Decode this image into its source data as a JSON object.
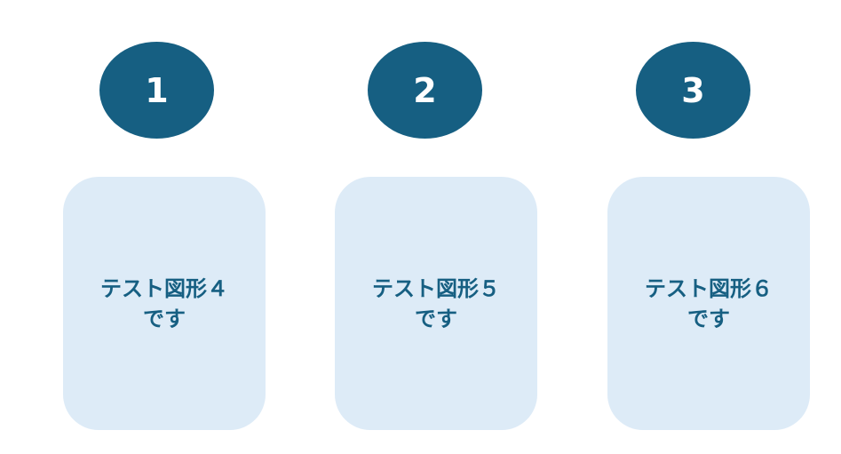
{
  "colors": {
    "badge_fill": "#165f82",
    "badge_text": "#ffffff",
    "card_fill": "#ddebf7",
    "card_text": "#165f82"
  },
  "steps": [
    {
      "number": "1",
      "card": {
        "line1": "テスト図形４",
        "line2": "です"
      }
    },
    {
      "number": "2",
      "card": {
        "line1": "テスト図形５",
        "line2": "です"
      }
    },
    {
      "number": "3",
      "card": {
        "line1": "テスト図形６",
        "line2": "です"
      }
    }
  ]
}
